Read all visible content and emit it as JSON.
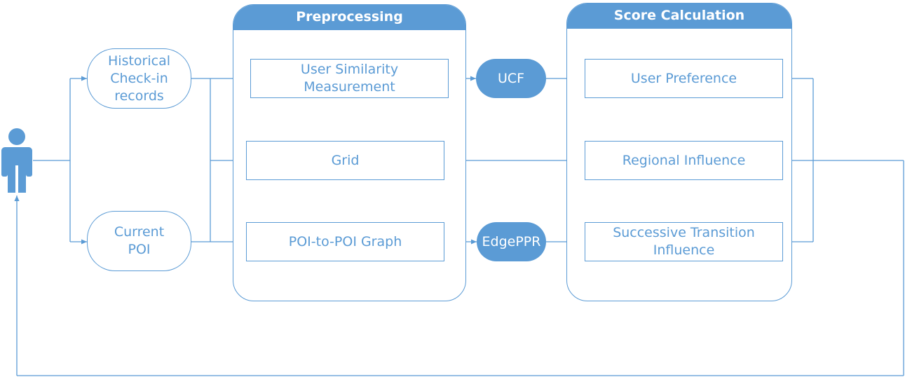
{
  "diagram": {
    "colors": {
      "accent": "#5b9bd5",
      "background": "#ffffff"
    },
    "user": {
      "icon": "user-icon"
    },
    "inputs": {
      "historical": "Historical\nCheck-in\nrecords",
      "current_poi": "Current\nPOI"
    },
    "preprocessing": {
      "title": "Preprocessing",
      "items": [
        "User Similarity\nMeasurement",
        "Grid",
        "POI-to-POI Graph"
      ]
    },
    "algorithms": {
      "ucf": "UCF",
      "edgeppr": "EdgePPR"
    },
    "score_calculation": {
      "title": "Score Calculation",
      "items": [
        "User Preference",
        "Regional Influence",
        "Successive Transition\nInfluence"
      ]
    }
  }
}
